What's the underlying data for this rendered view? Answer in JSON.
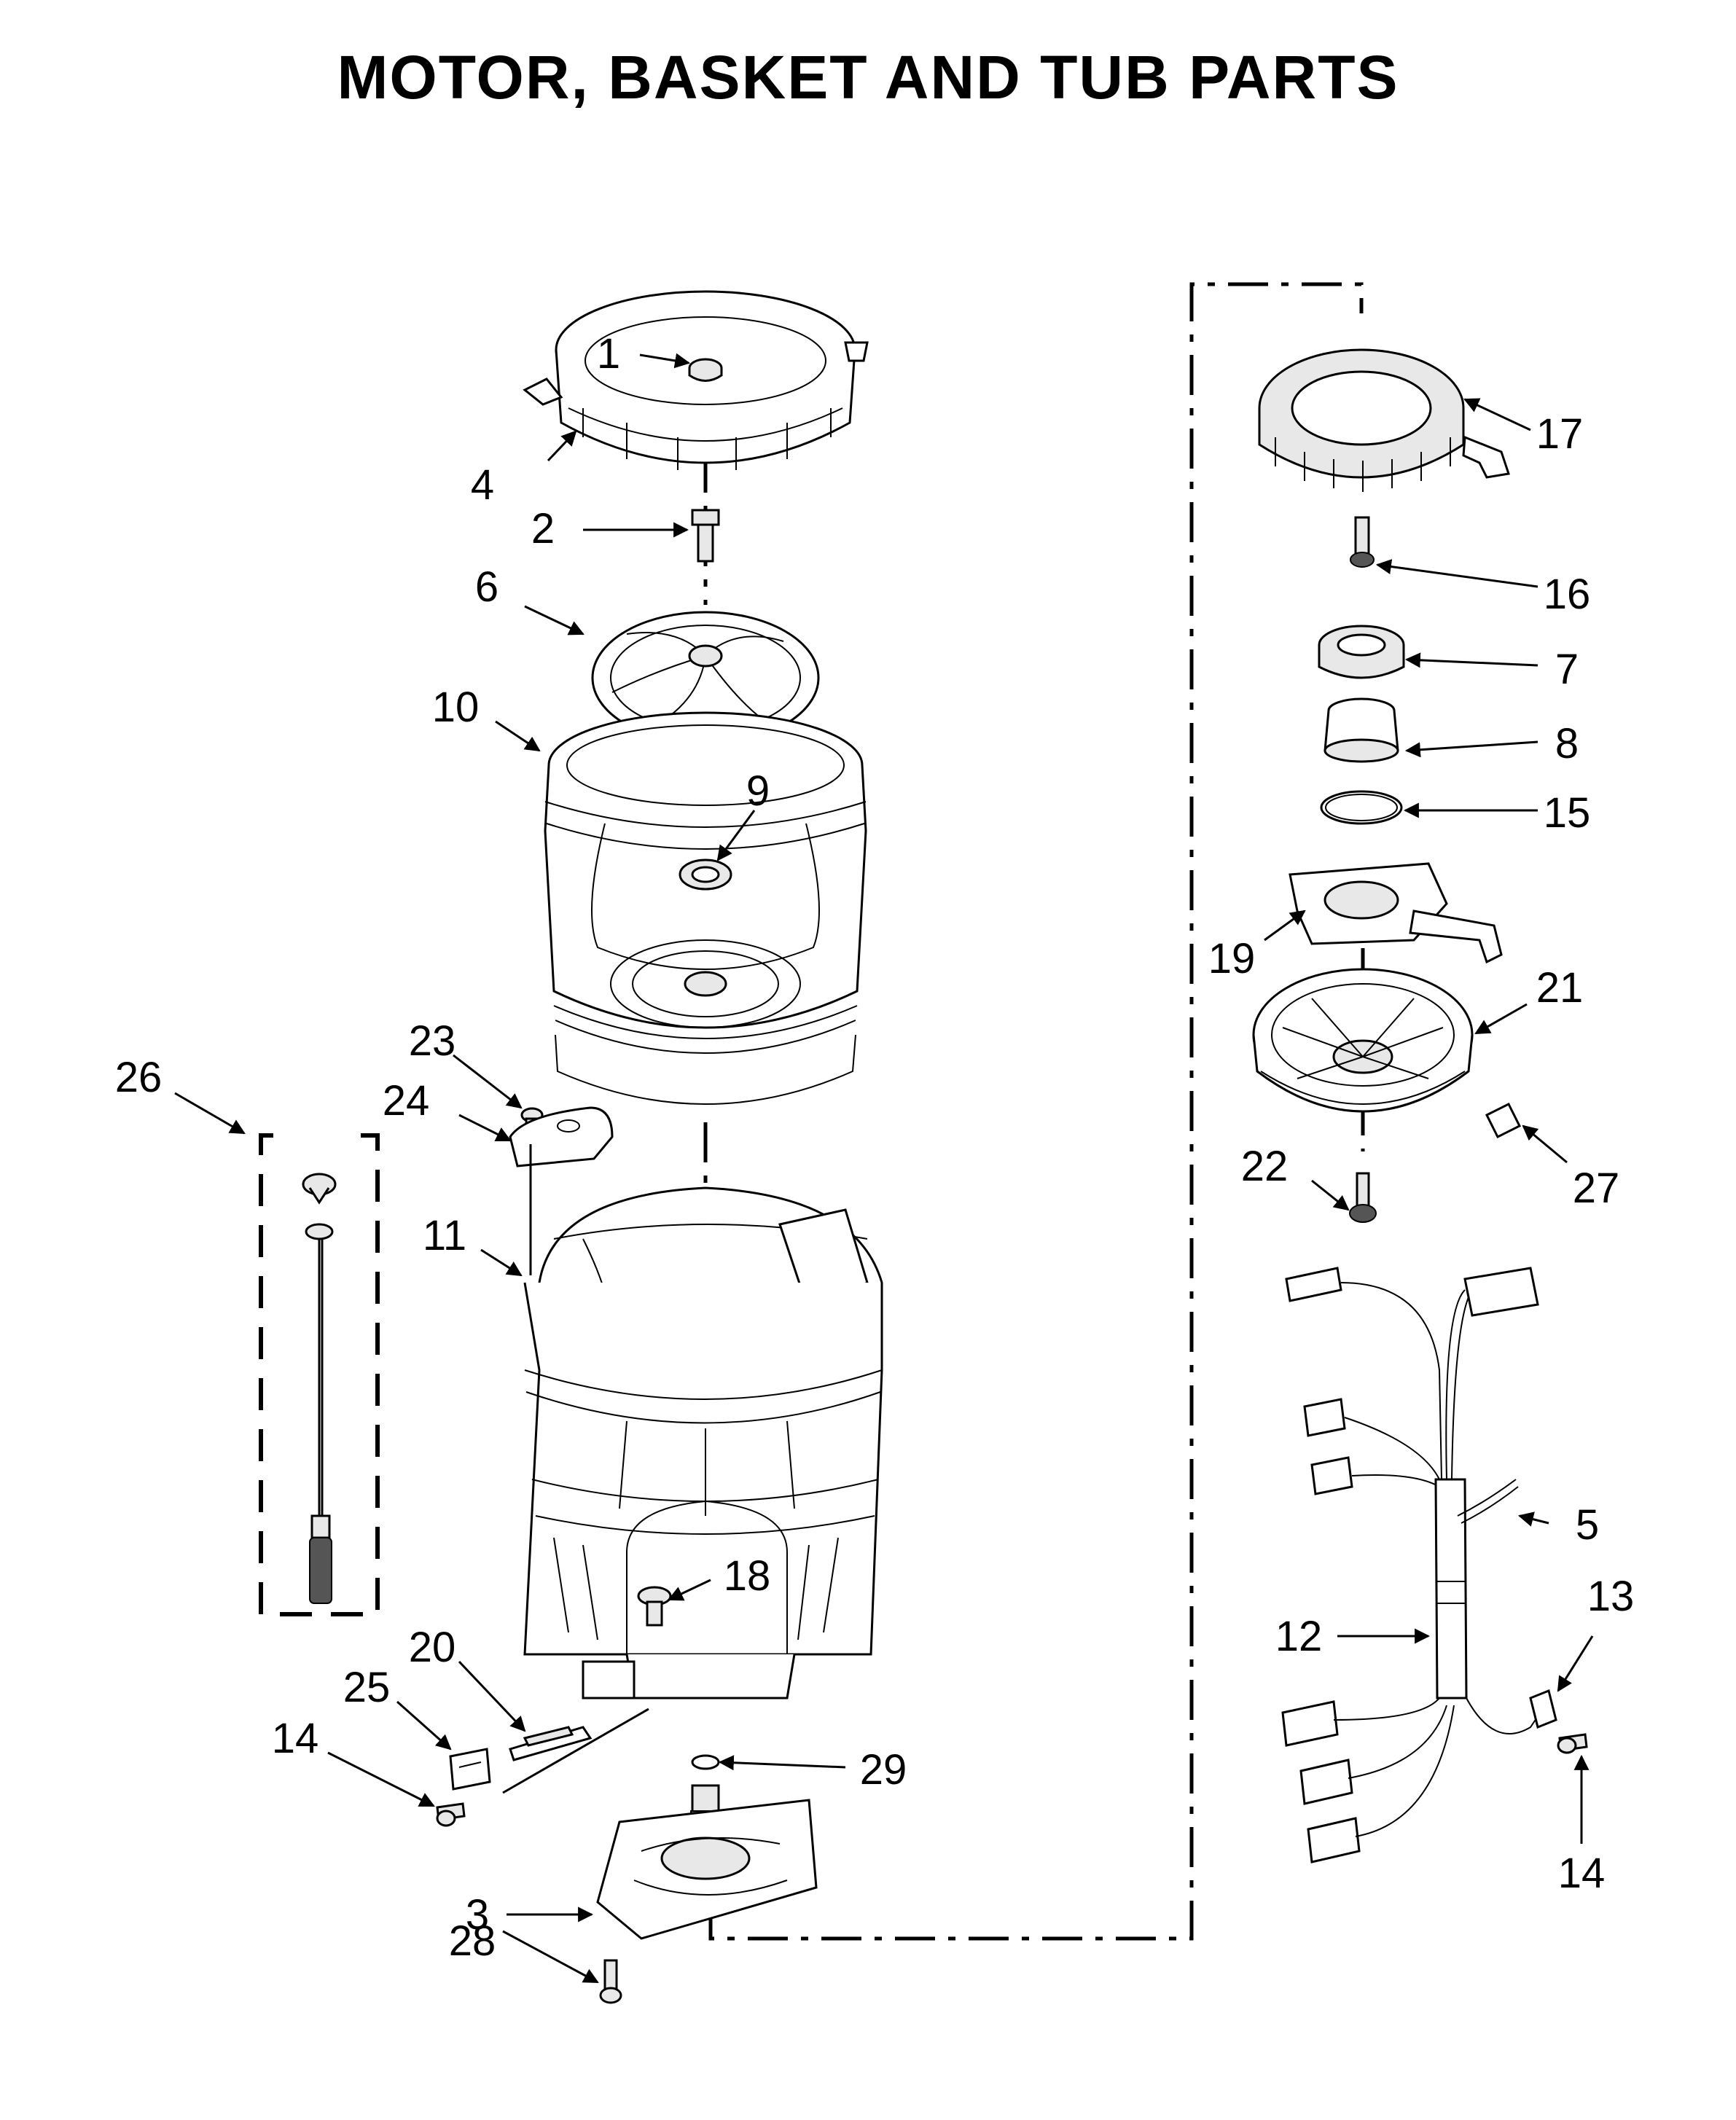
{
  "title": "MOTOR, BASKET AND TUB PARTS",
  "callouts": {
    "c1": "1",
    "c2": "2",
    "c3": "3",
    "c4": "4",
    "c5": "5",
    "c6": "6",
    "c7": "7",
    "c8": "8",
    "c9": "9",
    "c10": "10",
    "c11": "11",
    "c12": "12",
    "c13": "13",
    "c14a": "14",
    "c14b": "14",
    "c15": "15",
    "c16": "16",
    "c17": "17",
    "c18": "18",
    "c19": "19",
    "c20": "20",
    "c21": "21",
    "c22": "22",
    "c23": "23",
    "c24": "24",
    "c25": "25",
    "c26": "26",
    "c27": "27",
    "c28": "28",
    "c29": "29"
  }
}
